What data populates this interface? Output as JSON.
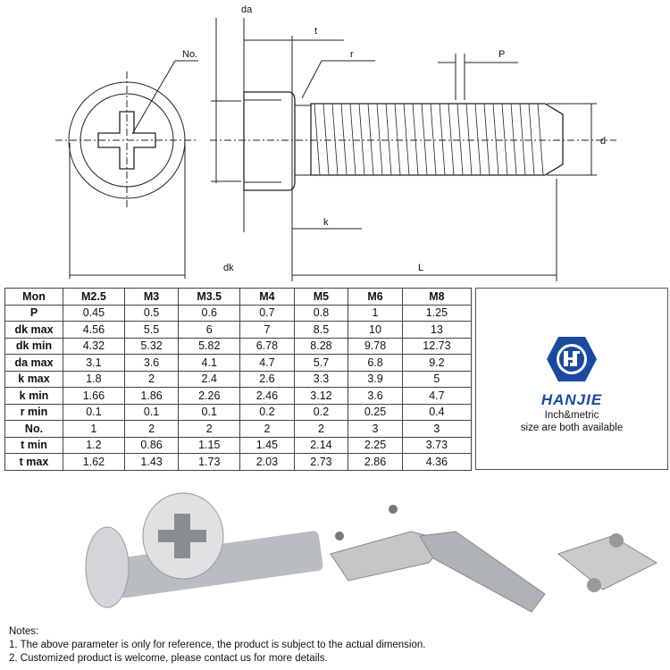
{
  "drawing": {
    "labels": {
      "da": "da",
      "t": "t",
      "r": "r",
      "no": "No.",
      "p": "P",
      "d": "d",
      "k": "k",
      "dk": "dk",
      "l": "L"
    }
  },
  "table": {
    "headers": [
      "Mon",
      "M2.5",
      "M3",
      "M3.5",
      "M4",
      "M5",
      "M6",
      "M8"
    ],
    "rows": [
      [
        "P",
        "0.45",
        "0.5",
        "0.6",
        "0.7",
        "0.8",
        "1",
        "1.25"
      ],
      [
        "dk max",
        "4.56",
        "5.5",
        "6",
        "7",
        "8.5",
        "10",
        "13"
      ],
      [
        "dk min",
        "4.32",
        "5.32",
        "5.82",
        "6.78",
        "8.28",
        "9.78",
        "12.73"
      ],
      [
        "da max",
        "3.1",
        "3.6",
        "4.1",
        "4.7",
        "5.7",
        "6.8",
        "9.2"
      ],
      [
        "k max",
        "1.8",
        "2",
        "2.4",
        "2.6",
        "3.3",
        "3.9",
        "5"
      ],
      [
        "k min",
        "1.66",
        "1.86",
        "2.26",
        "2.46",
        "3.12",
        "3.6",
        "4.7"
      ],
      [
        "r min",
        "0.1",
        "0.1",
        "0.1",
        "0.2",
        "0.2",
        "0.25",
        "0.4"
      ],
      [
        "No.",
        "1",
        "2",
        "2",
        "2",
        "2",
        "3",
        "3"
      ],
      [
        "t min",
        "1.2",
        "0.86",
        "1.15",
        "1.45",
        "2.14",
        "2.25",
        "3.73"
      ],
      [
        "t max",
        "1.62",
        "1.43",
        "1.73",
        "2.03",
        "2.73",
        "2.86",
        "4.36"
      ]
    ]
  },
  "brand": {
    "name": "HANJIE",
    "line1": "Inch&metric",
    "line2": "size are both available",
    "color": "#1a4aa0"
  },
  "notes": {
    "title": "Notes:",
    "items": [
      "1. The above parameter is only for reference, the product is subject to the actual dimension.",
      "2. Customized product is welcome, please contact us for more details."
    ]
  }
}
